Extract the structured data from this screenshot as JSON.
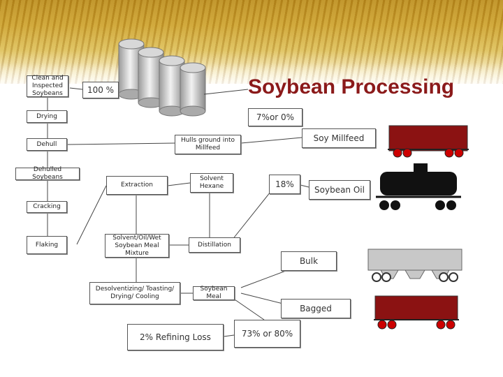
{
  "title": "Soybean Processing",
  "steps": {
    "clean": "Clean and Inspected Soybeans",
    "drying": "Drying",
    "dehull": "Dehull",
    "dehulled": "Dehulled Soybeans",
    "cracking": "Cracking",
    "flaking": "Flaking",
    "hulls": "Hulls ground into Millfeed",
    "extraction": "Extraction",
    "solvent": "Solvent Hexane",
    "mixture": "Solvent/Oil/Wet Soybean Meal Mixture",
    "distillation": "Distillation",
    "desolv": "Desolventizing/ Toasting/ Drying/ Cooling",
    "meal": "Soybean Meal"
  },
  "labels": {
    "pct100": "100 %",
    "pct7": "7%or 0%",
    "soy_millfeed": "Soy Millfeed",
    "pct18": "18%",
    "soybean_oil": "Soybean Oil",
    "bulk": "Bulk",
    "bagged": "Bagged",
    "refining_loss": "2% Refining Loss",
    "pct73": "73% or 80%"
  },
  "colors": {
    "title": "#8b1a1a",
    "boxcar": "#8b1212",
    "tanker": "#111111",
    "hopper": "#c8c8c8",
    "wheels": "#cc0000"
  }
}
